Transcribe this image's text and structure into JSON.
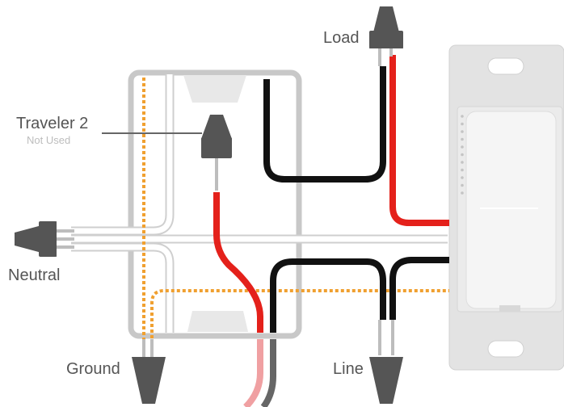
{
  "labels": {
    "load": "Load",
    "traveler2": "Traveler 2",
    "traveler2_note": "Not Used",
    "neutral": "Neutral",
    "ground": "Ground",
    "line": "Line"
  },
  "colors": {
    "hot_black": "#111111",
    "red_wire": "#e4211b",
    "ground_orange": "#f0a030",
    "neutral_white": "#ffffff",
    "wire_nut": "#555555",
    "box_outline": "#c8c8c8",
    "switch_plate": "#e3e3e3",
    "paddle": "#f2f2f2"
  },
  "icons": {
    "wire_nut": "wire-nut-icon",
    "led_strip": "led-indicator-icon"
  }
}
